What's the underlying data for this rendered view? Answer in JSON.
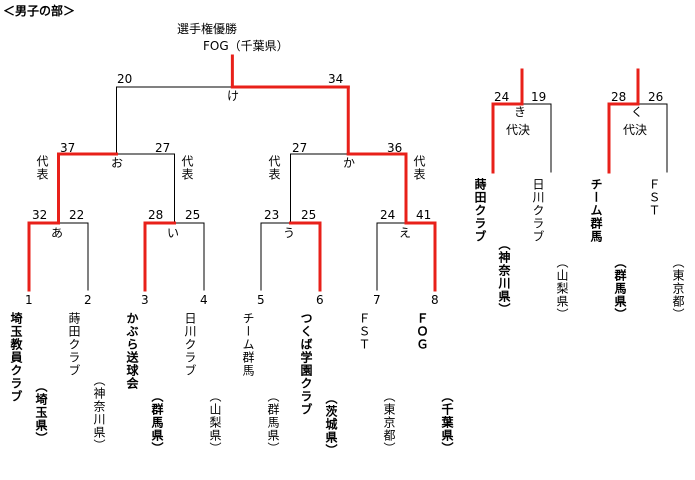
{
  "header": {
    "label": "＜男子の部＞"
  },
  "champion": {
    "title": "選手権優勝",
    "team": "FOG（千葉県）"
  },
  "colors": {
    "win": "#e8201a",
    "line": "#000000",
    "background": "#ffffff"
  },
  "main": {
    "final": {
      "label": "け",
      "left_score": "20",
      "right_score": "34"
    },
    "semis": [
      {
        "label": "お",
        "left_score": "37",
        "right_score": "27",
        "left_tag": "代表",
        "right_tag": "代表"
      },
      {
        "label": "か",
        "left_score": "27",
        "right_score": "36",
        "left_tag": "代表",
        "right_tag": "代表"
      }
    ],
    "round1": [
      {
        "label": "あ",
        "left_score": "32",
        "right_score": "22"
      },
      {
        "label": "い",
        "left_score": "28",
        "right_score": "25"
      },
      {
        "label": "う",
        "left_score": "23",
        "right_score": "25"
      },
      {
        "label": "え",
        "left_score": "24",
        "right_score": "41"
      }
    ],
    "teams": [
      {
        "no": "1",
        "name": "埼玉教員クラブ",
        "pref": "（埼玉県）"
      },
      {
        "no": "2",
        "name": "蒔田クラブ",
        "pref": "（神奈川県）"
      },
      {
        "no": "3",
        "name": "かぶら送球会",
        "pref": "（群馬県）"
      },
      {
        "no": "4",
        "name": "日川クラブ",
        "pref": "（山梨県）"
      },
      {
        "no": "5",
        "name": "チーム群馬",
        "pref": "（群馬県）"
      },
      {
        "no": "6",
        "name": "つくば学園クラブ",
        "pref": "（茨城県）"
      },
      {
        "no": "7",
        "name": "ＦＳＴ",
        "pref": "（東京都）"
      },
      {
        "no": "8",
        "name": "ＦＯＧ",
        "pref": "（千葉県）"
      }
    ]
  },
  "playoffs": [
    {
      "label": "き",
      "type": "代決",
      "left_score": "24",
      "right_score": "19",
      "left_team": "蒔田クラブ",
      "left_pref": "（神奈川県）",
      "right_team": "日川クラブ",
      "right_pref": "（山梨県）"
    },
    {
      "label": "く",
      "type": "代決",
      "left_score": "28",
      "right_score": "26",
      "left_team": "チーム群馬",
      "left_pref": "（群馬県）",
      "right_team": "ＦＳＴ",
      "right_pref": "（東京都）"
    }
  ]
}
